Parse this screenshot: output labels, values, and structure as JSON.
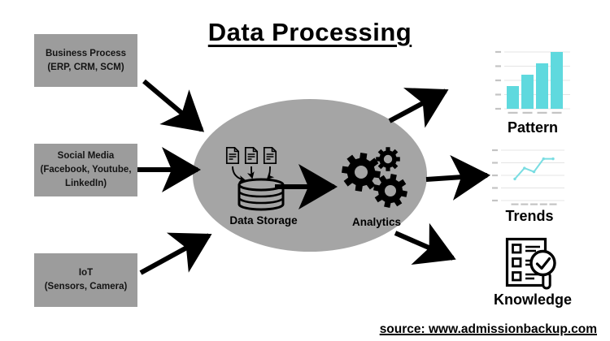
{
  "page": {
    "title": "Data Processing",
    "source": "source: www.admissionbackup.com"
  },
  "inputs": [
    {
      "name": "business-process",
      "lines": [
        "Business Process",
        "(ERP, CRM, SCM)"
      ]
    },
    {
      "name": "social-media",
      "lines": [
        "Social Media",
        "(Facebook, Youtube,",
        "LinkedIn)"
      ]
    },
    {
      "name": "iot",
      "lines": [
        "IoT",
        "(Sensors, Camera)"
      ]
    }
  ],
  "process": {
    "storage_label": "Data Storage",
    "analytics_label": "Analytics"
  },
  "outputs": [
    {
      "label": "Pattern",
      "icon": "bar-chart"
    },
    {
      "label": "Trends",
      "icon": "line-chart"
    },
    {
      "label": "Knowledge",
      "icon": "checklist-magnifier"
    }
  ],
  "colors": {
    "input_box_gray": "#9c9c9c",
    "ellipse_gray": "#a5a5a5",
    "chart_teal": "#5fd9de",
    "chart_teal_light": "#7adde2",
    "ink_black": "#000000"
  },
  "chart_data": [
    {
      "type": "bar",
      "title": "Pattern",
      "categories": [
        "",
        "",
        "",
        ""
      ],
      "values": [
        40,
        60,
        80,
        100
      ],
      "ylim": [
        0,
        100
      ],
      "grid": true,
      "note": "mini decorative chart; axis tick labels too small to read"
    },
    {
      "type": "line",
      "title": "Trends",
      "x": [
        1,
        2,
        3,
        4,
        5
      ],
      "values": [
        30,
        45,
        40,
        58,
        58
      ],
      "ylim": [
        0,
        70
      ],
      "grid": true,
      "note": "mini decorative chart; axis tick labels too small to read"
    }
  ]
}
